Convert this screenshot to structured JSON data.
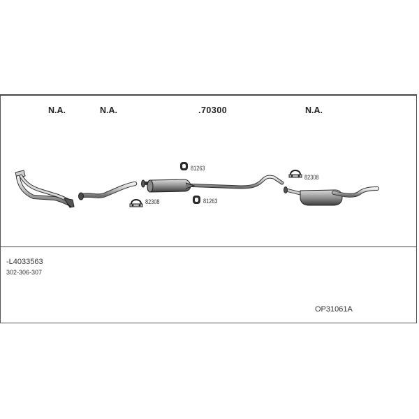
{
  "sections": {
    "n_a_1": "N.A.",
    "n_a_2": "N.A.",
    "center_part": ".70300",
    "n_a_3": "N.A."
  },
  "hardware": {
    "hanger_upper": "81263",
    "clamp_left": "82308",
    "hanger_lower": "81263",
    "clamp_right": "82308"
  },
  "footer": {
    "reference": "-L4033563",
    "models": "302-306-307",
    "kit_code": "OP31061A"
  }
}
